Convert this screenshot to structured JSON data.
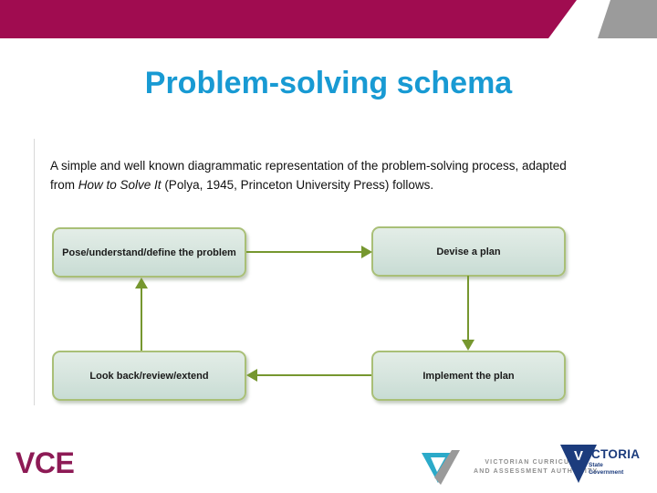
{
  "slide": {
    "title": "Problem-solving schema",
    "intro": {
      "line1": "A simple and well known diagrammatic representation of the problem-solving process, adapted",
      "line2_pre": "from ",
      "line2_italic": "How to Solve It",
      "line2_post": " (Polya, 1945, Princeton University Press) follows."
    }
  },
  "diagram": {
    "type": "flowchart-cycle",
    "boxes": [
      {
        "id": "pose",
        "label": "Pose/understand/define the problem"
      },
      {
        "id": "devise",
        "label": "Devise a plan"
      },
      {
        "id": "implement",
        "label": "Implement the plan"
      },
      {
        "id": "lookback",
        "label": "Look back/review/extend"
      }
    ],
    "edges": [
      {
        "from": "pose",
        "to": "devise",
        "direction": "right"
      },
      {
        "from": "devise",
        "to": "implement",
        "direction": "down"
      },
      {
        "from": "implement",
        "to": "lookback",
        "direction": "left"
      },
      {
        "from": "lookback",
        "to": "pose",
        "direction": "up"
      }
    ]
  },
  "footer": {
    "vce": "VCE",
    "vcaa": {
      "line1": "VICTORIAN CURRICULUM",
      "line2": "AND ASSESSMENT AUTHORITY"
    },
    "victoria": {
      "initial": "V",
      "rest": "ICTORIA",
      "sub_line1": "State",
      "sub_line2": "Government"
    }
  },
  "colors": {
    "header_magenta": "#a00c50",
    "header_gray": "#9b9b9b",
    "title_blue": "#189ad3",
    "node_fill": "#d5e4dd",
    "node_border": "#a9bf77",
    "connector_green": "#76972f",
    "vce_magenta": "#8d1a55",
    "vcaa_teal": "#2baac9",
    "vcaa_gray": "#9a9a9a",
    "victoria_navy": "#1c3c7d",
    "body_text": "#111111"
  }
}
